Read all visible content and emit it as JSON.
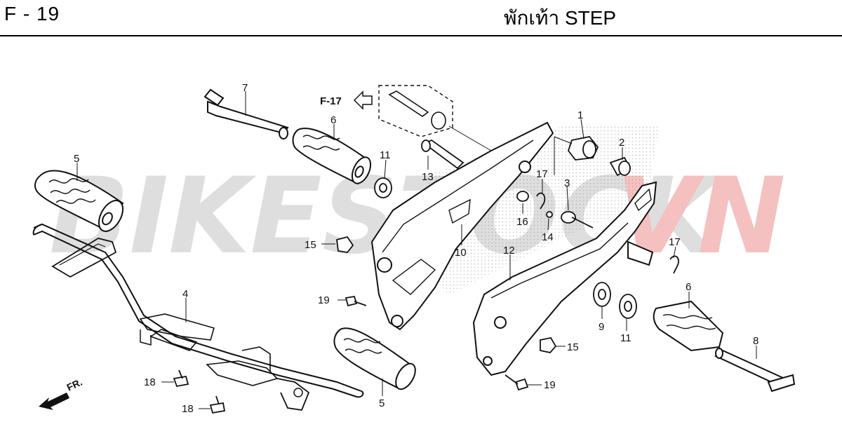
{
  "header": {
    "page_code": "F - 19",
    "title": "พักเท้า  STEP"
  },
  "watermark": {
    "text_a": "BIKESTOCK",
    "text_b": "VN",
    "color_a": "#d9d9d9",
    "color_b": "#f4b6b6"
  },
  "ref": {
    "label": "F-17"
  },
  "direction": {
    "label": "FR."
  },
  "callouts": {
    "c1": "1",
    "c2": "2",
    "c3": "3",
    "c4": "4",
    "c5a": "5",
    "c5b": "5",
    "c6a": "6",
    "c6b": "6",
    "c7": "7",
    "c8": "8",
    "c9": "9",
    "c10": "10",
    "c11a": "11",
    "c11b": "11",
    "c12": "12",
    "c13": "13",
    "c14": "14",
    "c15a": "15",
    "c15b": "15",
    "c16": "16",
    "c17a": "17",
    "c17b": "17",
    "c18a": "18",
    "c18b": "18",
    "c19a": "19",
    "c19b": "19"
  }
}
